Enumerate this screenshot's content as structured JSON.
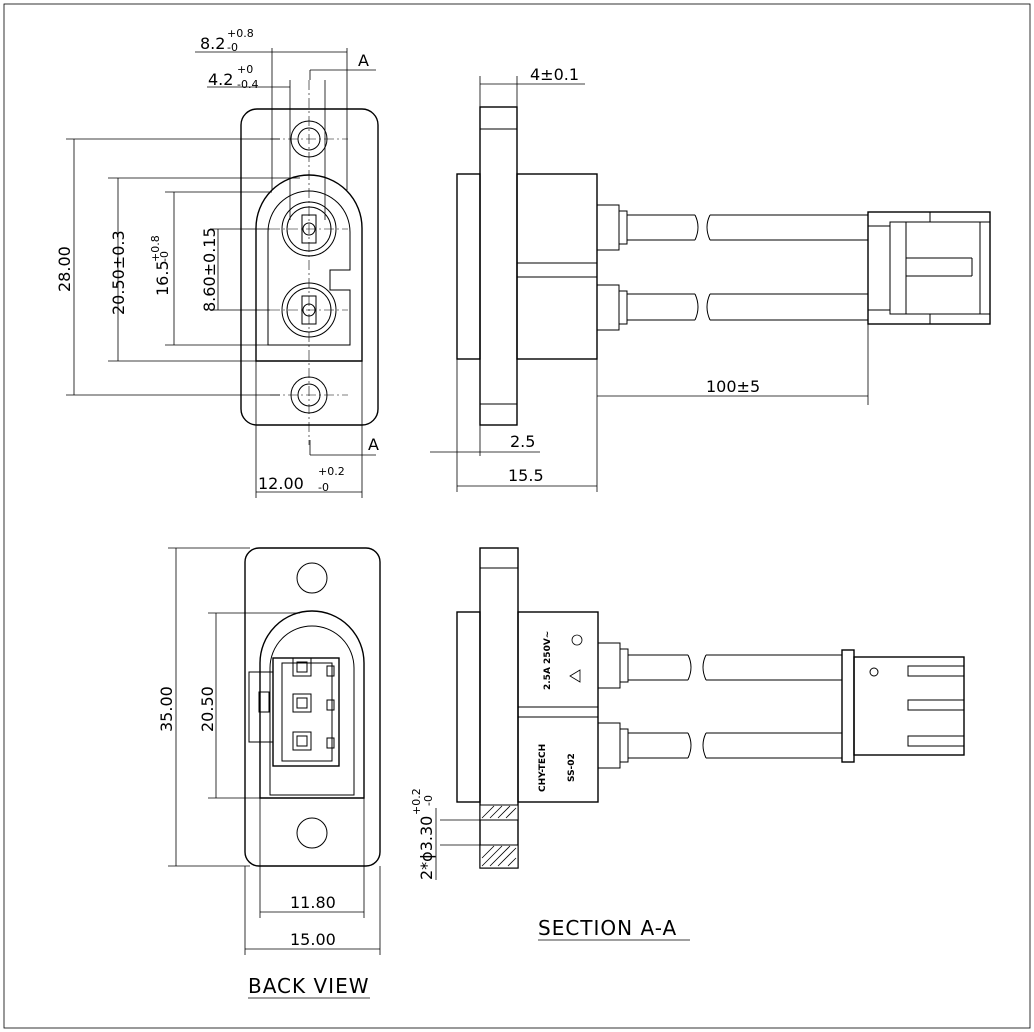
{
  "front_view": {
    "dim_width_top": "8.2",
    "dim_width_top_tol_plus": "+0.8",
    "dim_width_top_tol_minus": "-0",
    "dim_pin_offset": "4.2",
    "dim_pin_offset_tol_plus": "+0",
    "dim_pin_offset_tol_minus": "-0.4",
    "dim_height_total": "28.00",
    "dim_housing_height": "20.50±0.3",
    "dim_cavity_height": "16.5",
    "dim_cavity_tol_plus": "+0.8",
    "dim_cavity_tol_minus": "-0",
    "dim_pin_pitch": "8.60±0.15",
    "dim_width_bottom": "12.00",
    "dim_width_bottom_tol_plus": "+0.2",
    "dim_width_bottom_tol_minus": "-0",
    "section_marker": "A"
  },
  "side_view": {
    "dim_flange": "4±0.1",
    "dim_cable": "100±5",
    "dim_depth_small": "2.5",
    "dim_depth_total": "15.5"
  },
  "back_view": {
    "dim_height": "35.00",
    "dim_housing": "20.50",
    "dim_inner_width": "11.80",
    "dim_outer_width": "15.00",
    "label": "BACK VIEW"
  },
  "section_view": {
    "hole_dim_prefix": "2*ϕ3.30",
    "hole_tol_plus": "+0.2",
    "hole_tol_minus": "-0",
    "marking_rating": "2.5A 250V~",
    "marking_brand": "CHY-TECH",
    "marking_model": "SS-02",
    "label": "SECTION A-A"
  }
}
